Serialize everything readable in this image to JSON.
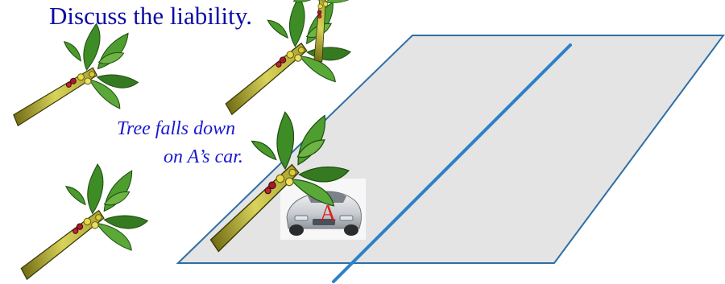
{
  "title": "Discuss the liability.",
  "caption_line1": "Tree falls down",
  "caption_line2": "on A’s car.",
  "car_label": "A",
  "colors": {
    "title": "#0d0da6",
    "caption": "#1a1ad0",
    "road_fill": "#e4e4e4",
    "road_edge": "#2e6fa6",
    "lane_line": "#2f80c8",
    "branch_wood": "#c9c24a",
    "leaf": "#3f8f2a",
    "car_label": "#dd1111"
  },
  "icons": [
    "tree-branch-icon",
    "car-icon"
  ]
}
